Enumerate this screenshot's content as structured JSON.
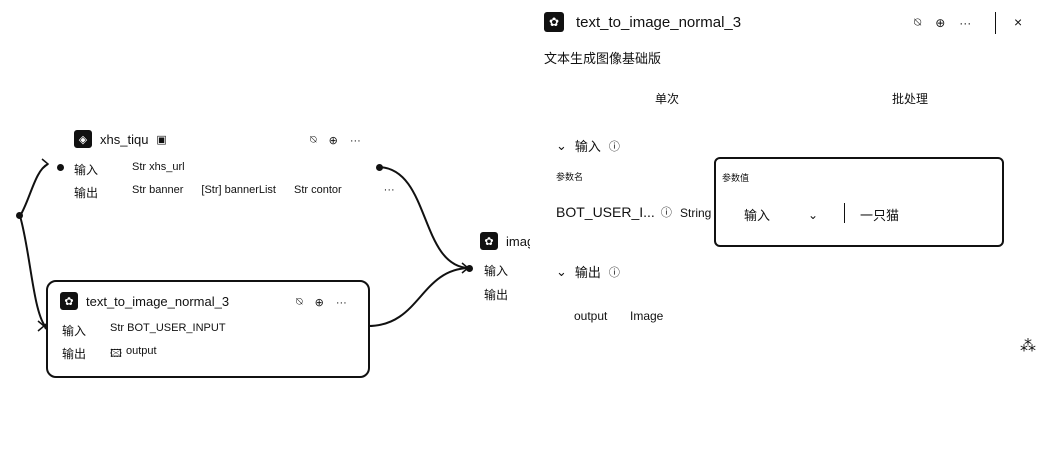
{
  "canvas": {
    "node_top": {
      "title": "xhs_tiqu",
      "icon": "cube-icon",
      "title_badge": "▣",
      "input_label": "输入",
      "output_label": "输出",
      "input_param": "Str xhs_url",
      "outputs": [
        "Str banner",
        "[Str] bannerList",
        "Str contor"
      ],
      "more": "···"
    },
    "node_selected": {
      "title": "text_to_image_normal_3",
      "icon": "image-icon",
      "input_label": "输入",
      "output_label": "输出",
      "input_param": "Str BOT_USER_INPUT",
      "output_param": "output"
    },
    "node_right": {
      "title": "imag",
      "input_label": "输入",
      "output_label": "输出"
    }
  },
  "panel": {
    "title": "text_to_image_normal_3",
    "description": "文本生成图像基础版",
    "tabs": [
      "单次",
      "批处理"
    ],
    "actions": {
      "debug": "⍉",
      "add": "⊕",
      "more": "···",
      "close": "×"
    },
    "input_section": "输入",
    "param_name_header": "参数名",
    "param_value_header": "参数值",
    "param": {
      "name": "BOT_USER_I...",
      "type": "String",
      "mode": "输入",
      "value": "一只猫"
    },
    "output_section": "输出",
    "output": {
      "name": "output",
      "type": "Image"
    }
  }
}
